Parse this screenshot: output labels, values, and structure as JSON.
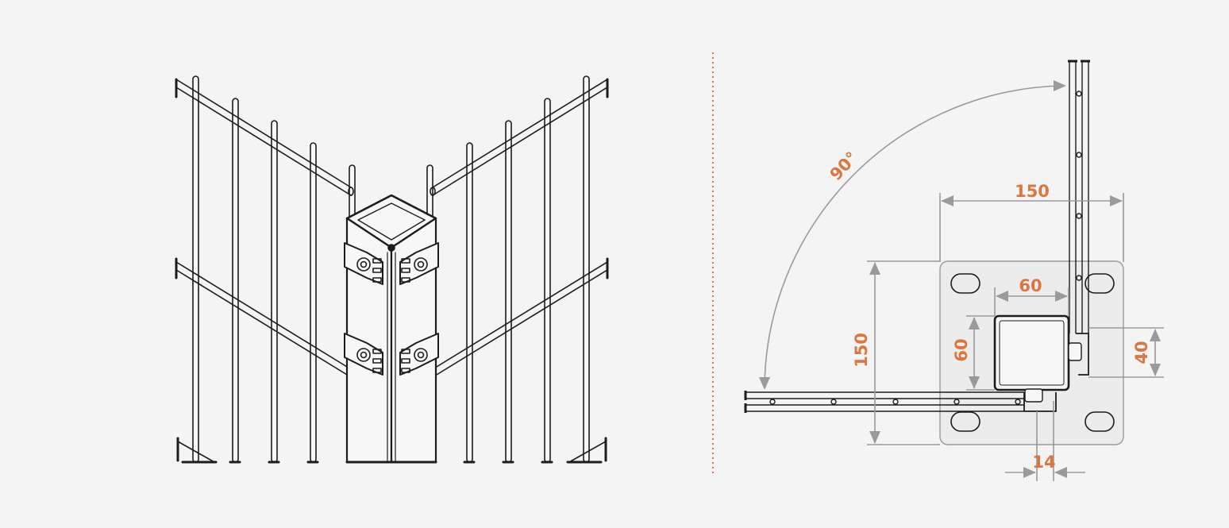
{
  "colors": {
    "background": "#f4f4f4",
    "line": "#1c1c1c",
    "dimension": "#9a9a9c",
    "accent": "#d9773f",
    "plate_fill": "#ececec",
    "post_fill": "#f7f7f7"
  },
  "labels": {
    "angle": "90°",
    "plate_width": "150",
    "plate_height": "150",
    "post_width": "60",
    "post_height": "60",
    "clip_height": "40",
    "clip_offset": "14"
  }
}
